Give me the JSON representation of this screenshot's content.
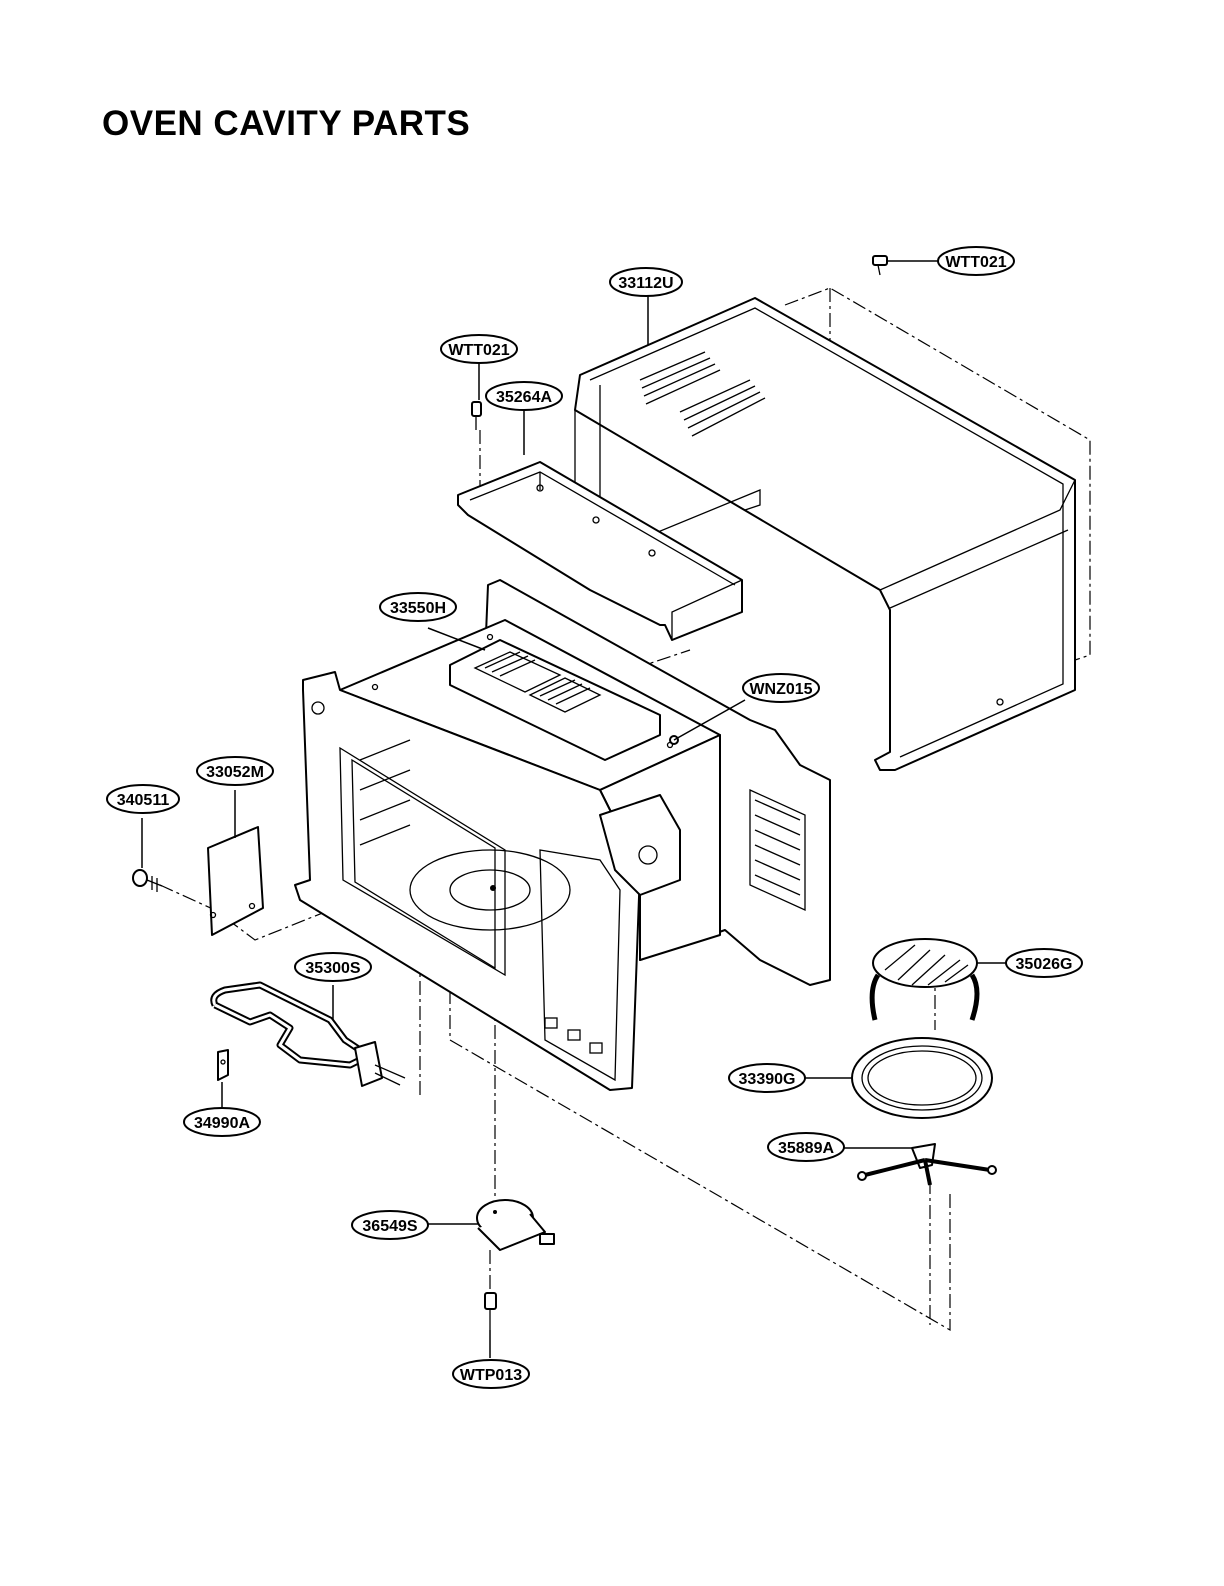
{
  "title": "OVEN CAVITY PARTS",
  "callouts": {
    "wtt021_top": "WTT021",
    "c33112u": "33112U",
    "wtt021_left": "WTT021",
    "c35264a": "35264A",
    "c33550h": "33550H",
    "wnz015": "WNZ015",
    "c33052m": "33052M",
    "c340511": "340511",
    "c35026g": "35026G",
    "c35300s": "35300S",
    "c33390g": "33390G",
    "c35889a": "35889A",
    "c34990a": "34990A",
    "c36549s": "36549S",
    "wtp013": "WTP013"
  }
}
